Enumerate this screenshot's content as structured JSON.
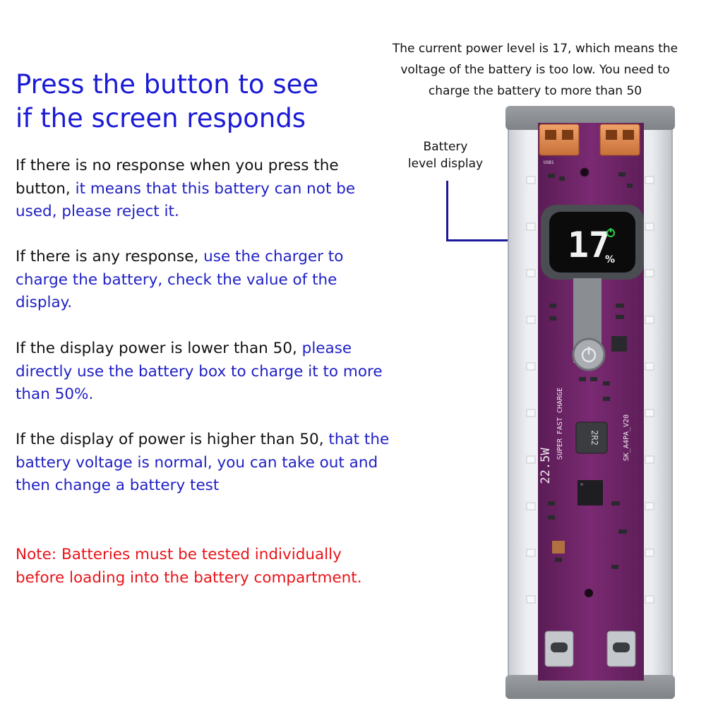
{
  "headline": {
    "line1": "Press the button to see",
    "line2": "if the screen responds"
  },
  "paragraphs": [
    {
      "plain": "If there is no response when you press the button, ",
      "highlight": "it means that this battery can not be used, please reject it."
    },
    {
      "plain": "If there is any response, ",
      "highlight": "use the charger to charge the battery, check the value of the display."
    },
    {
      "plain": "If the display power is lower than 50, ",
      "highlight": "please directly use the battery box to charge it to more than 50%."
    },
    {
      "plain": "If the display of power is higher than 50, ",
      "highlight": "that the battery voltage is normal, you can take out and then change a battery test"
    }
  ],
  "note": {
    "line1": "Note: Batteries must be tested individually",
    "line2": "before loading into the battery compartment."
  },
  "top_caption": {
    "line1": "The current power level is 17, which means the",
    "line2": "voltage of the battery is too low. You need to",
    "line3": "charge the battery to more than 50"
  },
  "callout": {
    "line1": "Battery",
    "line2": "level display"
  },
  "device": {
    "display_value": "17",
    "display_unit": "%",
    "board_text_main": "22.5W",
    "board_text_sub": "SUPER FAST CHARGE",
    "board_model": "SK_A4PA_V20",
    "inductor_label": "2R2",
    "port_label": "USB1"
  },
  "colors": {
    "headline": "#1a1ad6",
    "highlight": "#1f1fc4",
    "note": "#e8141a",
    "pcb": "#6f2468",
    "leader": "#1a1a9a"
  }
}
